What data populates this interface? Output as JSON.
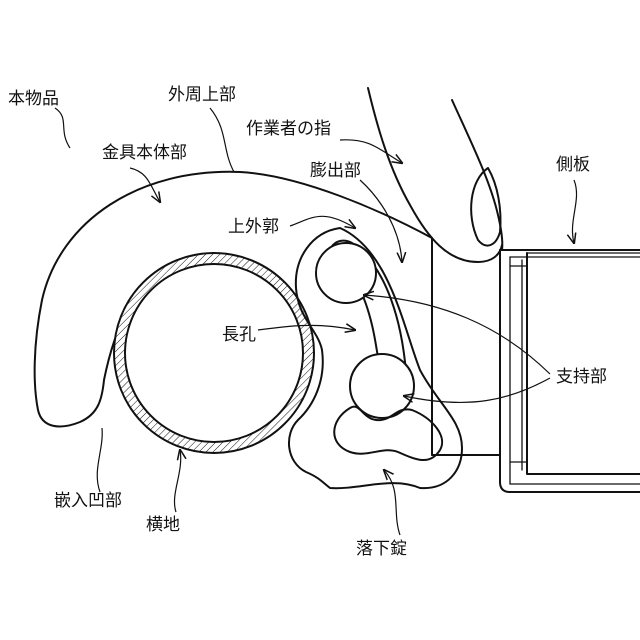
{
  "labels": {
    "object": "本物品",
    "outer_upper": "外周上部",
    "worker_finger": "作業者の指",
    "metal_body": "金具本体部",
    "bulge": "膨出部",
    "side_plate": "側板",
    "upper_outer_frame": "上外郭",
    "long_hole": "長孔",
    "support": "支持部",
    "recess": "嵌入凹部",
    "bar": "横地",
    "fall_lock": "落下錠"
  }
}
